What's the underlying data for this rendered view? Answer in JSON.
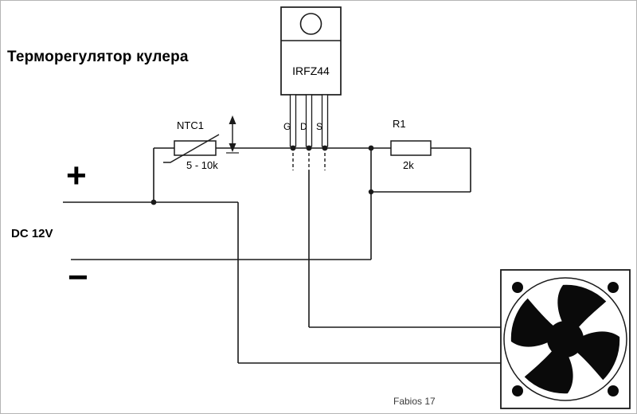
{
  "diagram": {
    "title": "Терморегулятор кулера",
    "credit": "Fabios 17",
    "supply": {
      "label": "DC 12V",
      "plus": "+",
      "minus": "−"
    },
    "transistor": {
      "label": "IRFZ44",
      "pins": [
        "G",
        "D",
        "S"
      ]
    },
    "thermistor": {
      "name": "NTC1",
      "value": "5 - 10k"
    },
    "resistor": {
      "name": "R1",
      "value": "2k"
    },
    "colors": {
      "line": "#1a1a1a",
      "background": "#ffffff",
      "border": "#b5b5b5"
    }
  }
}
